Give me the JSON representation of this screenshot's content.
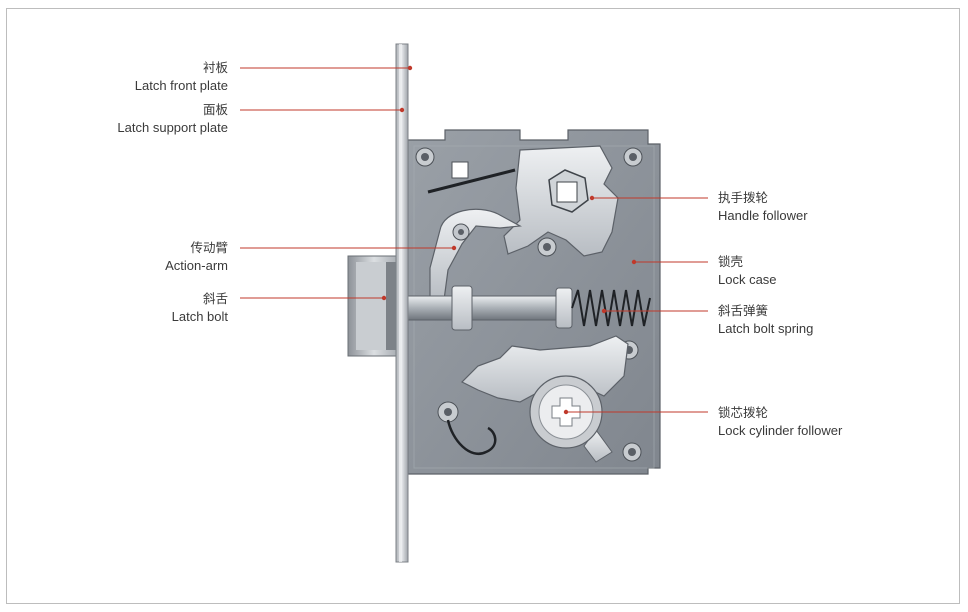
{
  "colors": {
    "leader_line": "#c0392b",
    "plate": "#c7cace",
    "case": "#8e949c",
    "metal_light": "#d9dce0",
    "metal_dark": "#5f656d",
    "text": "#3a3a3a"
  },
  "labels": {
    "latch_front_plate": {
      "cn": "衬板",
      "en": "Latch front plate"
    },
    "latch_support_plate": {
      "cn": "面板",
      "en": "Latch support plate"
    },
    "action_arm": {
      "cn": "传动臂",
      "en": "Action-arm"
    },
    "latch_bolt": {
      "cn": "斜舌",
      "en": "Latch bolt"
    },
    "handle_follower": {
      "cn": "执手拨轮",
      "en": "Handle follower"
    },
    "lock_case": {
      "cn": "锁壳",
      "en": "Lock case"
    },
    "latch_bolt_spring": {
      "cn": "斜舌弹簧",
      "en": "Latch bolt spring"
    },
    "lock_cylinder_follower": {
      "cn": "锁芯拨轮",
      "en": "Lock cylinder follower"
    }
  }
}
